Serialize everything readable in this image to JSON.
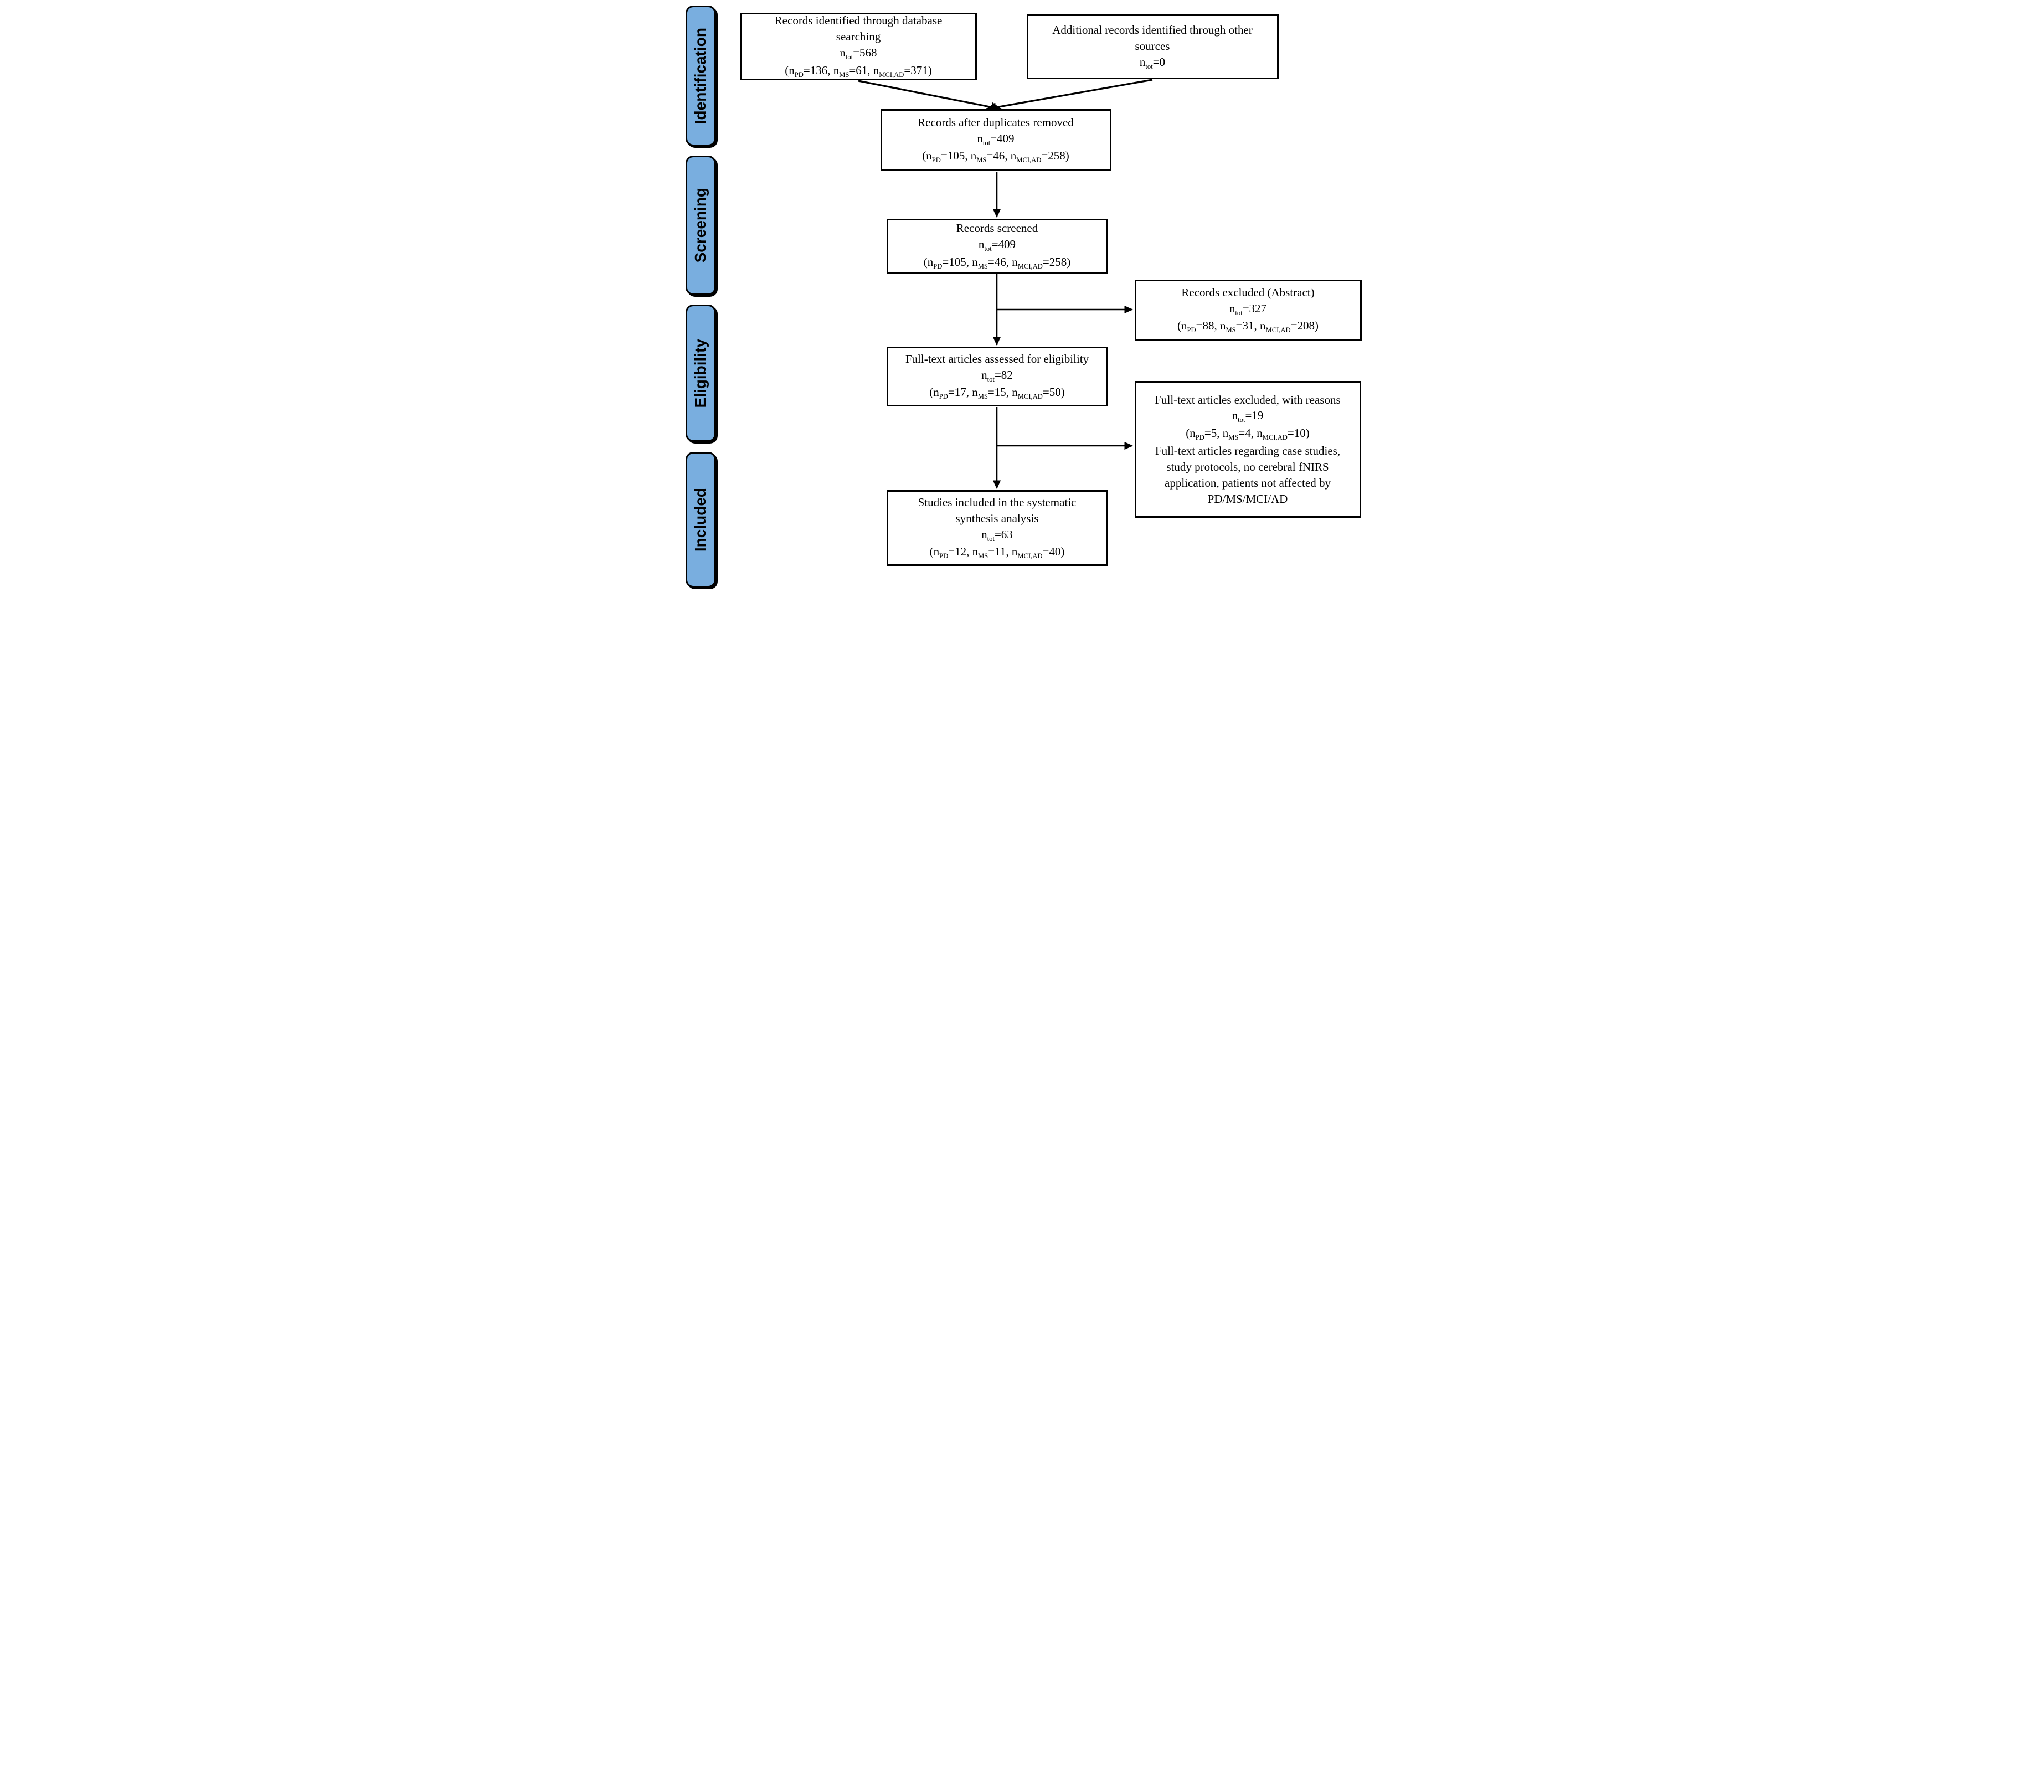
{
  "colors": {
    "stage_fill": "#79AEDF",
    "line_color": "#000000",
    "box_fill": "#FFFFFF"
  },
  "stages": [
    {
      "label": "Identification"
    },
    {
      "label": "Screening"
    },
    {
      "label": "Eligibility"
    },
    {
      "label": "Included"
    }
  ],
  "boxes": {
    "identified": {
      "lines": [
        [
          {
            "t": "Records identified through database"
          }
        ],
        [
          {
            "t": "searching"
          }
        ],
        [
          {
            "t": "n"
          },
          {
            "sub": "tot"
          },
          {
            "t": "=568"
          }
        ],
        [
          {
            "t": "(n"
          },
          {
            "sub": "PD"
          },
          {
            "t": "=136, n"
          },
          {
            "sub": "MS"
          },
          {
            "t": "=61, n"
          },
          {
            "sub": "MCI,AD"
          },
          {
            "t": "=371)"
          }
        ]
      ]
    },
    "additional": {
      "lines": [
        [
          {
            "t": "Additional records identified through other"
          }
        ],
        [
          {
            "t": "sources"
          }
        ],
        [
          {
            "t": "n"
          },
          {
            "sub": "tot"
          },
          {
            "t": "=0"
          }
        ]
      ]
    },
    "duplicates": {
      "lines": [
        [
          {
            "t": "Records after duplicates removed"
          }
        ],
        [
          {
            "t": "n"
          },
          {
            "sub": "tot"
          },
          {
            "t": "=409"
          }
        ],
        [
          {
            "t": "(n"
          },
          {
            "sub": "PD"
          },
          {
            "t": "=105, n"
          },
          {
            "sub": "MS"
          },
          {
            "t": "=46, n"
          },
          {
            "sub": "MCI,AD"
          },
          {
            "t": "=258)"
          }
        ]
      ]
    },
    "screened": {
      "lines": [
        [
          {
            "t": "Records screened"
          }
        ],
        [
          {
            "t": "n"
          },
          {
            "sub": "tot"
          },
          {
            "t": "=409"
          }
        ],
        [
          {
            "t": "(n"
          },
          {
            "sub": "PD"
          },
          {
            "t": "=105, n"
          },
          {
            "sub": "MS"
          },
          {
            "t": "=46, n"
          },
          {
            "sub": "MCI,AD"
          },
          {
            "t": "=258)"
          }
        ]
      ]
    },
    "excluded_abstract": {
      "lines": [
        [
          {
            "t": "Records excluded (Abstract)"
          }
        ],
        [
          {
            "t": "n"
          },
          {
            "sub": "tot"
          },
          {
            "t": "=327"
          }
        ],
        [
          {
            "t": "(n"
          },
          {
            "sub": "PD"
          },
          {
            "t": "=88, n"
          },
          {
            "sub": "MS"
          },
          {
            "t": "=31, n"
          },
          {
            "sub": "MCI,AD"
          },
          {
            "t": "=208)"
          }
        ]
      ]
    },
    "assessed": {
      "lines": [
        [
          {
            "t": "Full-text articles assessed for eligibility"
          }
        ],
        [
          {
            "t": "n"
          },
          {
            "sub": "tot"
          },
          {
            "t": "=82"
          }
        ],
        [
          {
            "t": "(n"
          },
          {
            "sub": "PD"
          },
          {
            "t": "=17, n"
          },
          {
            "sub": "MS"
          },
          {
            "t": "=15, n"
          },
          {
            "sub": "MCI,AD"
          },
          {
            "t": "=50)"
          }
        ]
      ]
    },
    "excluded_fulltext": {
      "lines": [
        [
          {
            "t": "Full-text articles excluded, with reasons"
          }
        ],
        [
          {
            "t": "n"
          },
          {
            "sub": "tot"
          },
          {
            "t": "=19"
          }
        ],
        [
          {
            "t": "(n"
          },
          {
            "sub": "PD"
          },
          {
            "t": "=5, n"
          },
          {
            "sub": "MS"
          },
          {
            "t": "=4, n"
          },
          {
            "sub": "MCI,AD"
          },
          {
            "t": "=10)"
          }
        ],
        [
          {
            "t": "Full-text articles regarding case studies,"
          }
        ],
        [
          {
            "t": "study protocols, no cerebral fNIRS"
          }
        ],
        [
          {
            "t": "application, patients not affected by"
          }
        ],
        [
          {
            "t": "PD/MS/MCI/AD"
          }
        ]
      ]
    },
    "included_studies": {
      "lines": [
        [
          {
            "t": "Studies included in the systematic"
          }
        ],
        [
          {
            "t": "synthesis analysis"
          }
        ],
        [
          {
            "t": "n"
          },
          {
            "sub": "tot"
          },
          {
            "t": "=63"
          }
        ],
        [
          {
            "t": "(n"
          },
          {
            "sub": "PD"
          },
          {
            "t": "=12, n"
          },
          {
            "sub": "MS"
          },
          {
            "t": "=11, n"
          },
          {
            "sub": "MCI,AD"
          },
          {
            "t": "=40)"
          }
        ]
      ]
    }
  }
}
